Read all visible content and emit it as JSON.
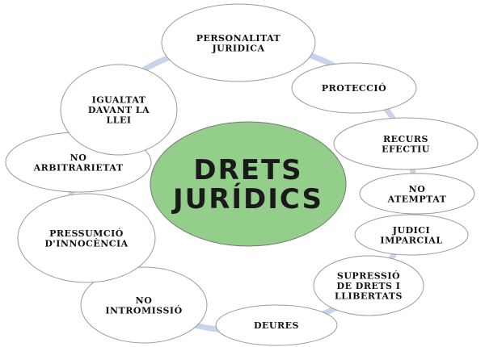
{
  "center": {
    "lines": [
      "DRETS",
      "JURÍDICS"
    ],
    "color": "#93cf8a"
  },
  "ring_color": "#c9d3ea",
  "nodes": [
    {
      "lines": [
        "PERSONALITAT",
        "JURIDICA"
      ]
    },
    {
      "lines": [
        "PROTECCIÓ"
      ]
    },
    {
      "lines": [
        "RECURS",
        "EFECTIU"
      ]
    },
    {
      "lines": [
        "NO",
        "ATEMPTAT"
      ]
    },
    {
      "lines": [
        "JUDICI",
        "IMPARCIAL"
      ]
    },
    {
      "lines": [
        "SUPRESSIÓ",
        "DE DRETS I",
        "LLIBERTATS"
      ]
    },
    {
      "lines": [
        "DEURES"
      ]
    },
    {
      "lines": [
        "NO",
        "INTROMISSIÓ"
      ]
    },
    {
      "lines": [
        "PRESSUMCIÓ",
        "D'INNOCÈNCIA"
      ]
    },
    {
      "lines": [
        "NO",
        "ARBITRARIETAT"
      ]
    },
    {
      "lines": [
        "IGUALTAT",
        "DAVANT LA",
        "LLEI"
      ]
    }
  ]
}
